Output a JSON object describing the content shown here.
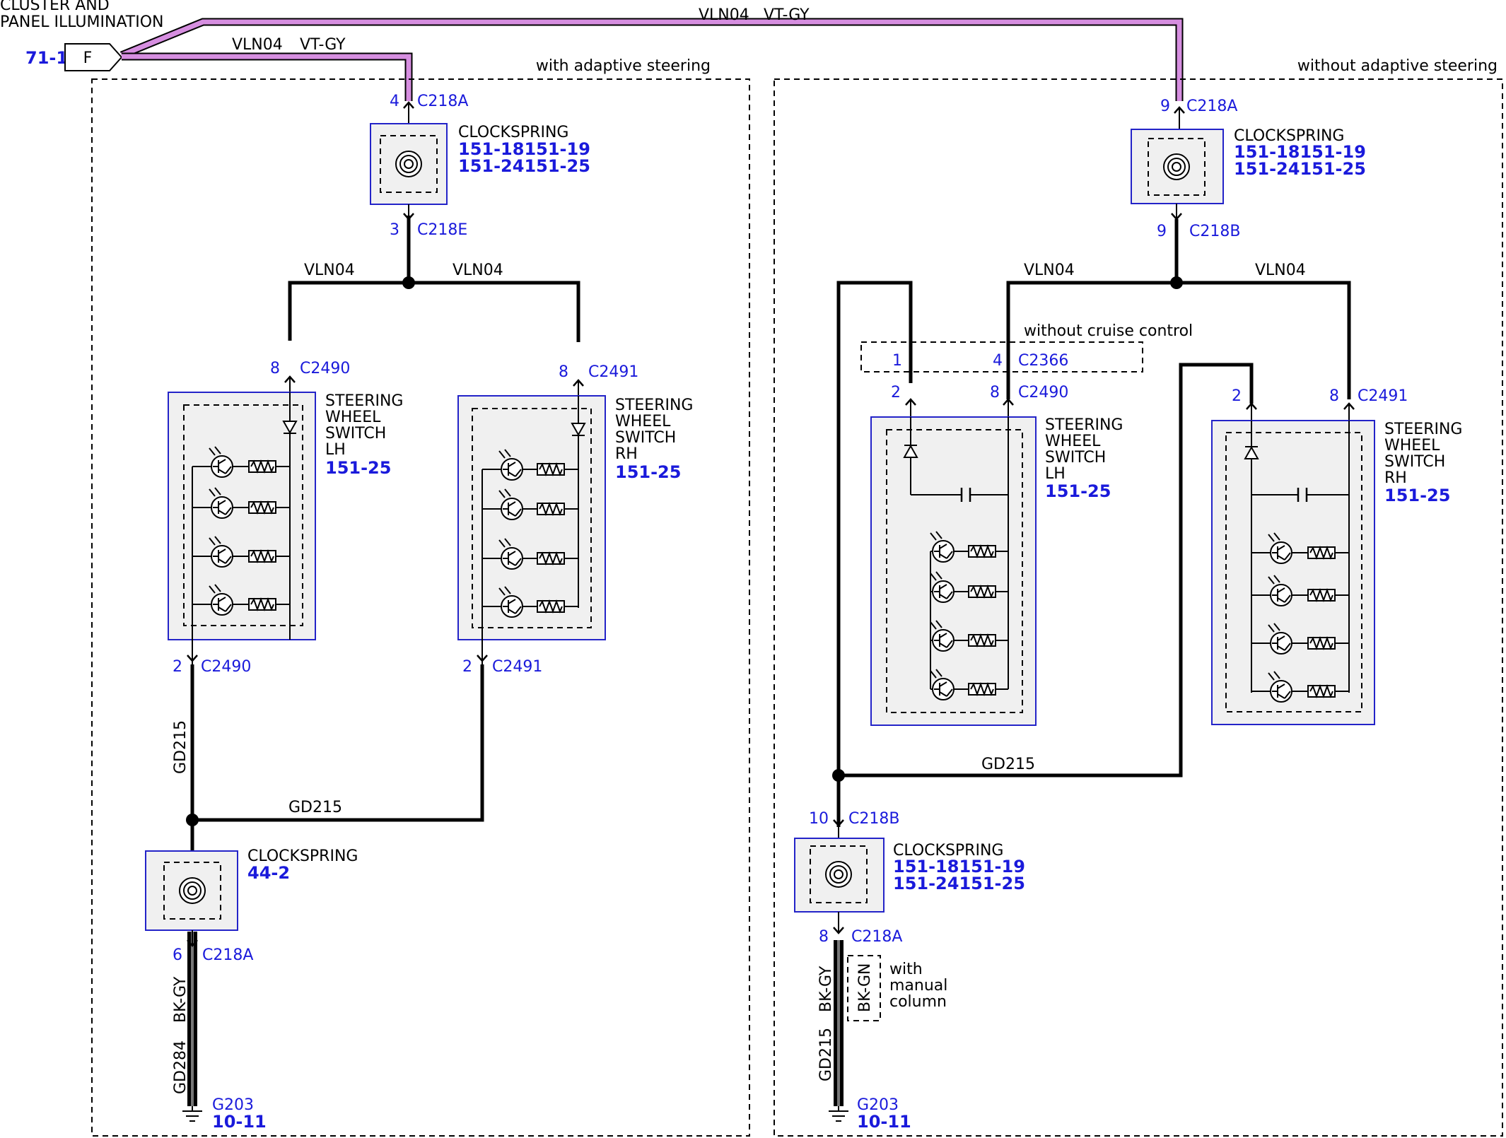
{
  "header": {
    "title_line1": "CLUSTER AND",
    "title_line2": "PANEL ILLUMINATION",
    "ref": "71-1",
    "connector_letter": "F"
  },
  "colors": {
    "blue": "#1a1adb",
    "pink": "#d68ee0",
    "box_fill": "#f0f0f0",
    "box_stroke": "#2323c8"
  },
  "wires": {
    "top": "VLN04",
    "top_color": "VT-GY",
    "left_top": "VLN04",
    "left_top_color": "VT-GY",
    "vln04": "VLN04",
    "gd215": "GD215",
    "bk_gy": "BK-GY",
    "bk_gn": "BK-GN",
    "gd284": "GD284"
  },
  "sections": {
    "left": "with adaptive steering",
    "right": "without adaptive steering",
    "cruise": "without cruise control",
    "manual": [
      "with",
      "manual",
      "column"
    ]
  },
  "connectors": {
    "c218a": "C218A",
    "c218e": "C218E",
    "c218b": "C218B",
    "c2490": "C2490",
    "c2491": "C2491",
    "c2366": "C2366"
  },
  "pins": {
    "p1": "1",
    "p2": "2",
    "p3": "3",
    "p4": "4",
    "p6": "6",
    "p8": "8",
    "p9": "9",
    "p10": "10"
  },
  "components": {
    "clockspring": "CLOCKSPRING",
    "clockspring_ref1": "151-18151-19",
    "clockspring_ref2": "151-24151-25",
    "clockspring_ref_left_bottom": "44-2",
    "switch_l1": "STEERING",
    "switch_l2": "WHEEL",
    "switch_l3": "SWITCH",
    "lh": "LH",
    "rh": "RH",
    "switch_ref": "151-25"
  },
  "ground": {
    "name": "G203",
    "ref": "10-11"
  }
}
